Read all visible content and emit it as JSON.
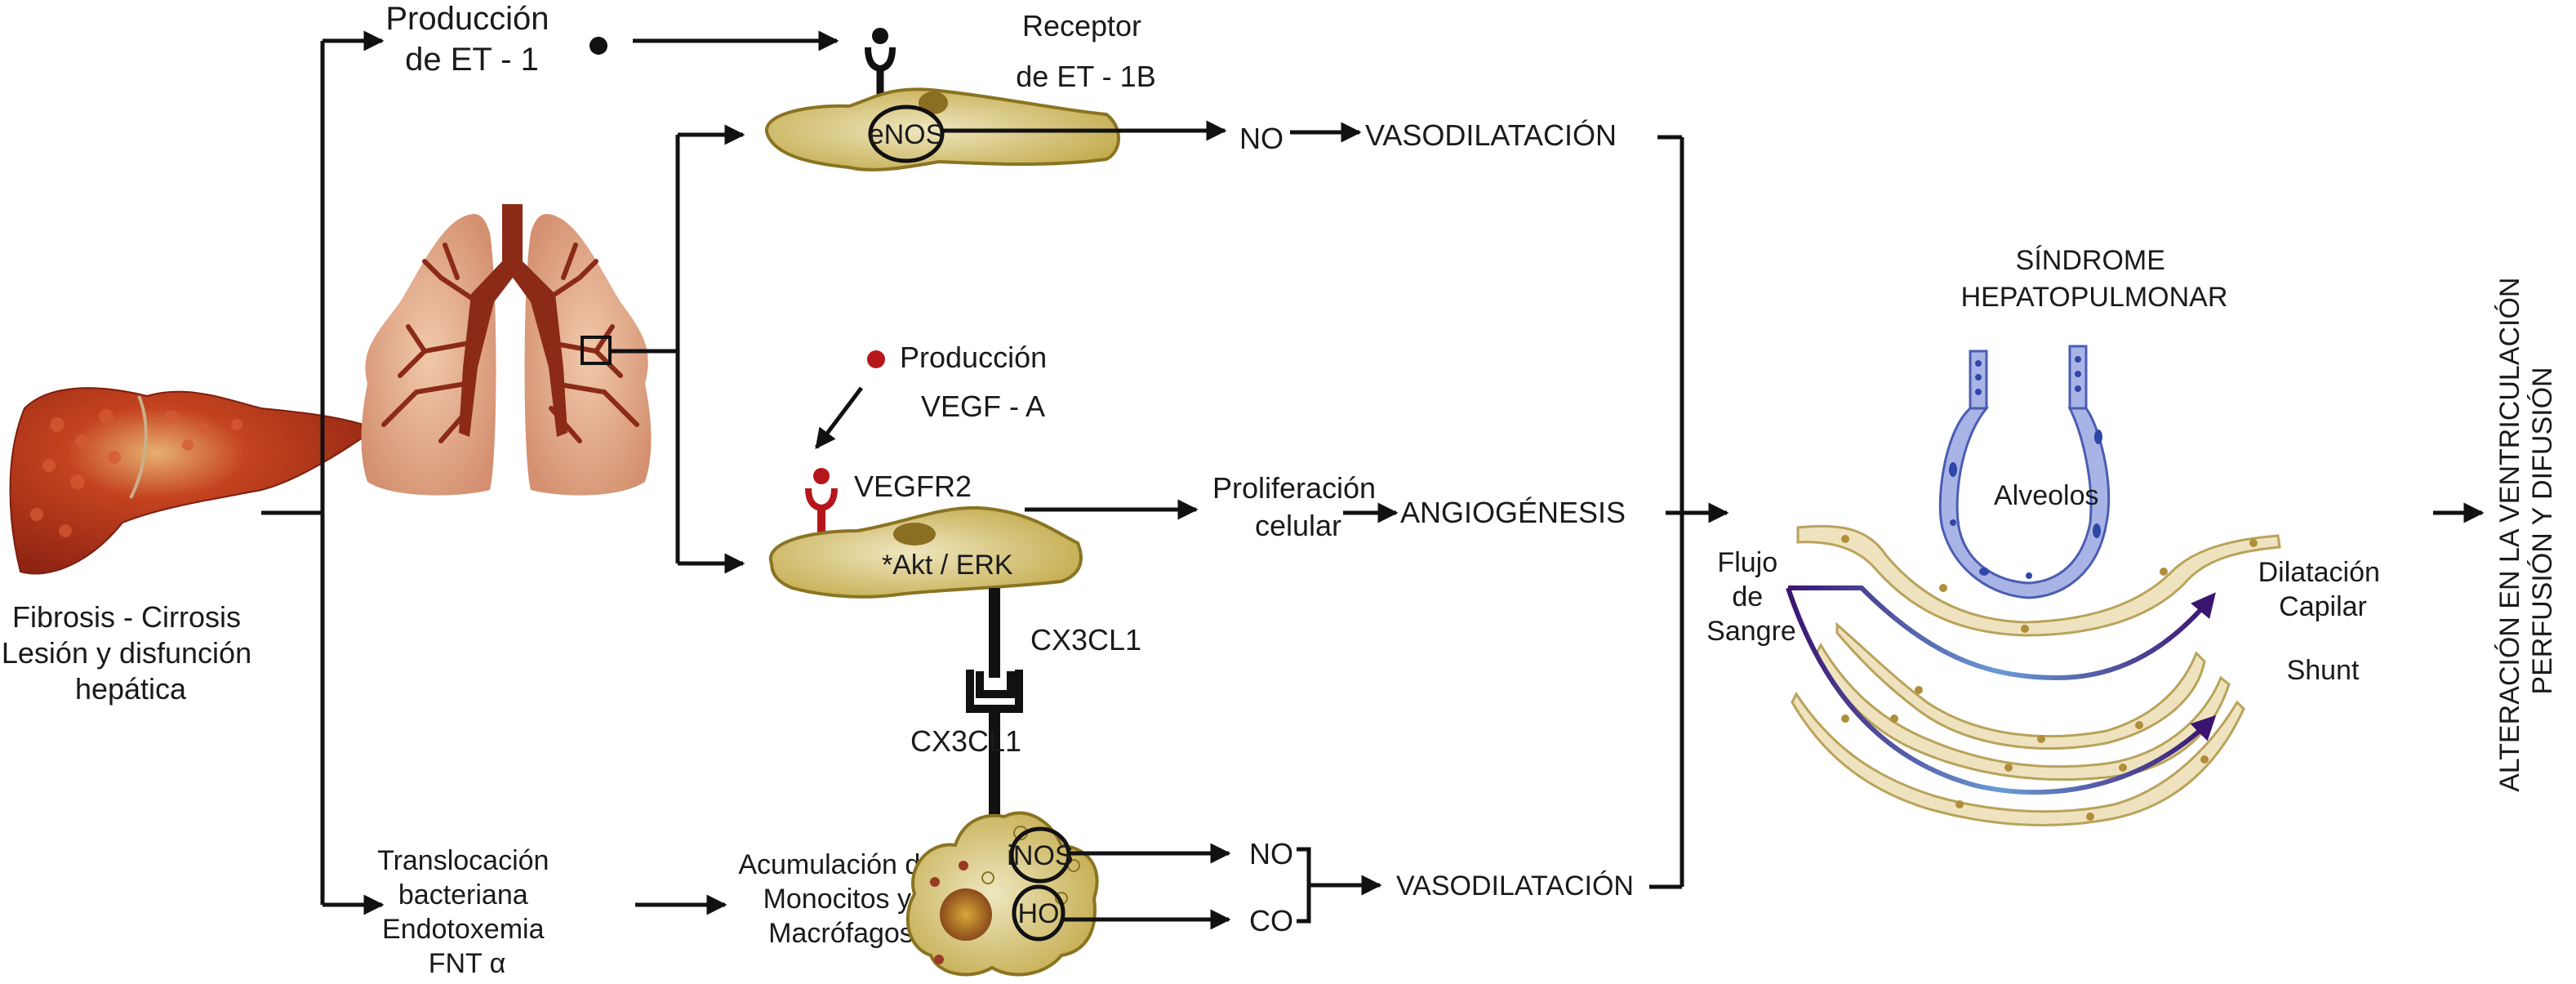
{
  "figure": {
    "liver": {
      "icon": "liver-illustration",
      "caption": [
        "Fibrosis - Cirrosis",
        "Lesión y disfunción",
        "hepática"
      ]
    },
    "lungs": {
      "icon": "lungs-illustration"
    },
    "et1_branch": {
      "production": [
        "Producción",
        "de ET - 1"
      ],
      "receptor": [
        "Receptor",
        "de ET - 1B"
      ],
      "enzyme": "eNOS",
      "product": "NO",
      "effect": "VASODILATACIÓN"
    },
    "vegf_branch": {
      "production": [
        "Producción",
        "VEGF - A"
      ],
      "receptor": "VEGFR2",
      "pathway": "*Akt / ERK",
      "result": [
        "Proliferación",
        "celular"
      ],
      "effect": "ANGIOGÉNESIS",
      "chemokine_top": "CX3CL1",
      "chemokine_bottom": "CX3CL1"
    },
    "bacterial_branch": {
      "cause": [
        "Translocación",
        "bacteriana",
        "Endotoxemia",
        "FNT α"
      ],
      "result": [
        "Acumulación de",
        "Monocitos y",
        "Macrófagos"
      ],
      "enzyme_1": "iNOS",
      "enzyme_2": "HO",
      "product_1": "NO",
      "product_2": "CO",
      "effect": "VASODILATACIÓN"
    },
    "syndrome": {
      "title": [
        "SÍNDROME",
        "HEPATOPULMONAR"
      ],
      "alveoli": "Alveolos",
      "flow": [
        "Flujo",
        "de",
        "Sangre"
      ],
      "dilation": [
        "Dilatación",
        "Capilar"
      ],
      "shunt": "Shunt"
    },
    "outcome": [
      "ALTERACIÓN EN LA VENTRICULACIÓN",
      "PERFUSIÓN Y DIFUSIÓN"
    ],
    "colors": {
      "cell": "#c9b458",
      "cell_border": "#8a7422",
      "vegf_red": "#b5161c",
      "lung": "#d9a07e",
      "vessel": "#8b2a17",
      "liver": "#b8321c",
      "alveolus": "#a9b4e6",
      "flow_purple": "#3b1470",
      "flow_blue": "#5b8fd0"
    }
  }
}
